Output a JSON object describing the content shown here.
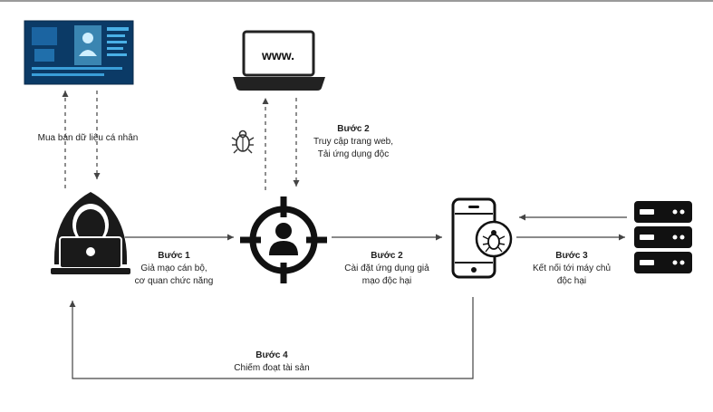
{
  "labels": {
    "data_trade": "Mua bán dữ liệu cá nhân",
    "step2_web_title": "Bước 2",
    "step2_web_line1": "Truy cập trang web,",
    "step2_web_line2": "Tải ứng dụng độc",
    "step1_title": "Bước 1",
    "step1_line1": "Giả mạo cán bộ,",
    "step1_line2": "cơ quan chức năng",
    "step2_app_title": "Bước 2",
    "step2_app_line1": "Cài đặt ứng dụng giả",
    "step2_app_line2": "mạo độc hại",
    "step3_title": "Bước 3",
    "step3_line1": "Kết nối tới máy chủ",
    "step3_line2": "độc hại",
    "step4_title": "Bước 4",
    "step4_line1": "Chiếm đoạt tài sản"
  },
  "icons": {
    "laptop_screen_text": "www."
  }
}
